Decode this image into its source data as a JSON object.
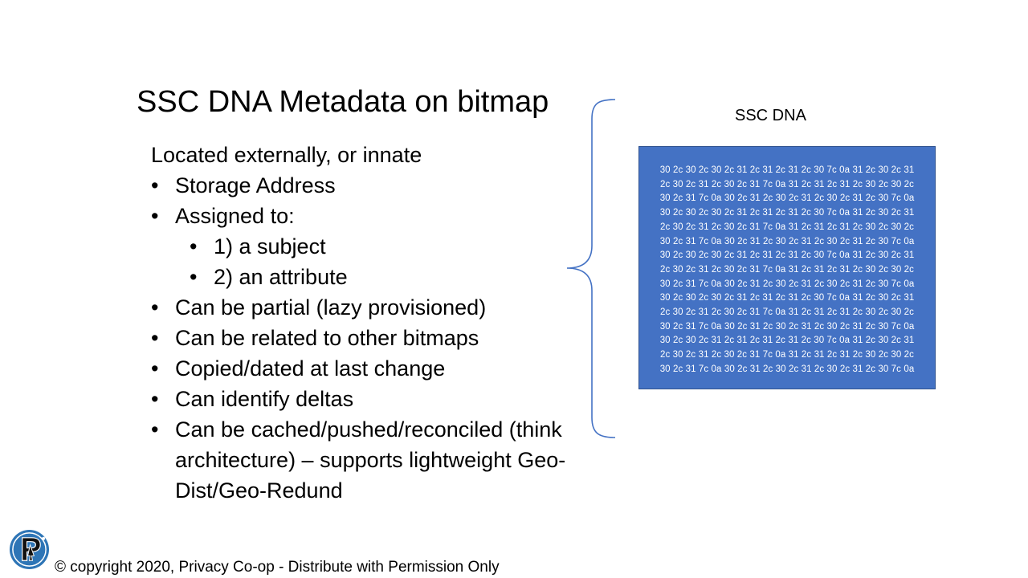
{
  "slide": {
    "title": "SSC DNA Metadata on bitmap",
    "intro": "Located externally, or innate",
    "bullet_glyph": "•",
    "bullets": [
      {
        "text": "Storage Address",
        "level": 1
      },
      {
        "text": "Assigned to:",
        "level": 1
      },
      {
        "text": "1) a subject",
        "level": 2
      },
      {
        "text": "2) an attribute",
        "level": 2
      },
      {
        "text": "Can be partial (lazy provisioned)",
        "level": 1
      },
      {
        "text": "Can be related to other bitmaps",
        "level": 1
      },
      {
        "text": "Copied/dated at last change",
        "level": 1
      },
      {
        "text": "Can identify deltas",
        "level": 1
      },
      {
        "text": "Can be cached/pushed/reconciled (think architecture) – supports lightweight Geo-Dist/Geo-Redund",
        "level": 1
      }
    ]
  },
  "dna": {
    "label": "SSC DNA",
    "lines": [
      "30 2c 30 2c 30 2c 31 2c 31 2c 31 2c 30 7c 0a 31 2c 30 2c 31",
      "2c 30 2c 31 2c 30 2c 31 7c 0a 31 2c 31 2c 31 2c 30 2c 30 2c",
      "30 2c 31 7c 0a 30 2c 31 2c 30 2c 31 2c 30 2c 31 2c 30 7c 0a",
      "30 2c 30 2c 30 2c 31 2c 31 2c 31 2c 30 7c 0a 31 2c 30 2c 31",
      "2c 30 2c 31 2c 30 2c 31 7c 0a 31 2c 31 2c 31 2c 30 2c 30 2c",
      "30 2c 31 7c 0a 30 2c 31 2c 30 2c 31 2c 30 2c 31 2c 30 7c 0a",
      "30 2c 30 2c 30 2c 31 2c 31 2c 31 2c 30 7c 0a 31 2c 30 2c 31",
      "2c 30 2c 31 2c 30 2c 31 7c 0a 31 2c 31 2c 31 2c 30 2c 30 2c",
      "30 2c 31 7c 0a 30 2c 31 2c 30 2c 31 2c 30 2c 31 2c 30 7c 0a",
      "30 2c 30 2c 30 2c 31 2c 31 2c 31 2c 30 7c 0a 31 2c 30 2c 31",
      "2c 30 2c 31 2c 30 2c 31 7c 0a 31 2c 31 2c 31 2c 30 2c 30 2c",
      "30 2c 31 7c 0a 30 2c 31 2c 30 2c 31 2c 30 2c 31 2c 30 7c 0a",
      "30 2c 30 2c 31 2c 31 2c 31 2c 31 2c 30 7c 0a 31 2c 30 2c 31",
      "2c 30 2c 31 2c 30 2c 31 7c 0a 31 2c 31 2c 31 2c 30 2c 30 2c",
      "30 2c 31 7c 0a 30 2c 31 2c 30 2c 31 2c 30 2c 31 2c 30 7c 0a"
    ]
  },
  "footer": {
    "copyright": "© copyright 2020, Privacy Co-op - Distribute with Permission Only"
  },
  "colors": {
    "dna_box_fill": "#4472c4",
    "dna_box_border": "#2f528f",
    "brace_stroke": "#4472c4",
    "logo_fill": "#2e75b6"
  },
  "icons": {
    "logo": "privacy-coop-logo-icon",
    "brace": "curly-brace-icon"
  }
}
